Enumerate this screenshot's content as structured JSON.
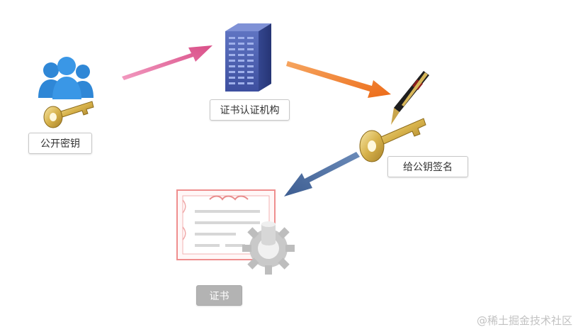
{
  "labels": {
    "public_key": "公开密钥",
    "ca": "证书认证机构",
    "sign_public_key": "给公钥签名",
    "certificate": "证书"
  },
  "watermark": "@稀土掘金技术社区",
  "colors": {
    "arrow_pink": "#e06a9b",
    "arrow_orange": "#ef7d2a",
    "arrow_blue": "#4f6f9f",
    "users_blue": "#2f87d6",
    "server_blue": "#4659a8",
    "key_gold": "#d4b04a",
    "certificate_border": "#ef8e8e",
    "gear_gray": "#bdbdbd"
  },
  "icons": [
    "users-icon",
    "key-icon",
    "server-icon",
    "pen-icon",
    "certificate-icon",
    "gear-icon"
  ]
}
